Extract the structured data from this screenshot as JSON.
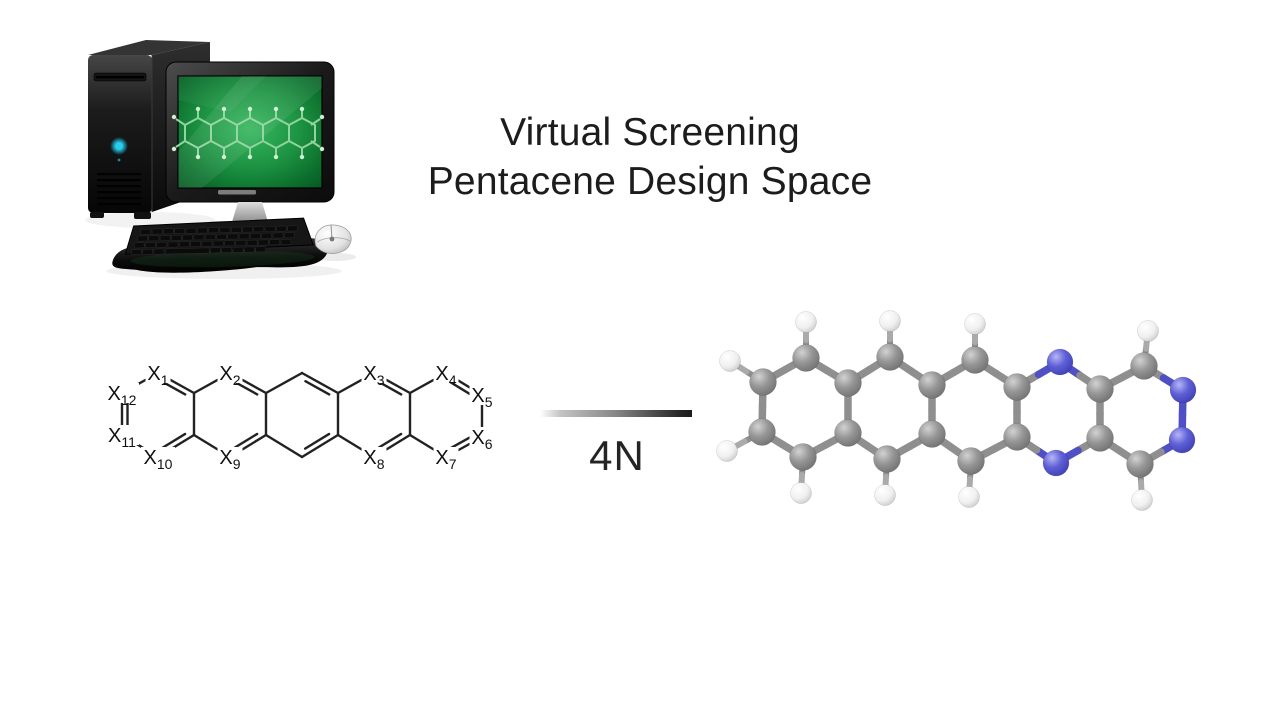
{
  "title": {
    "line1": "Virtual Screening",
    "line2": "Pentacene Design Space"
  },
  "transformation": {
    "label": "4N"
  },
  "structure_2d": {
    "substituents": [
      {
        "base": "X",
        "sub": "1"
      },
      {
        "base": "X",
        "sub": "2"
      },
      {
        "base": "X",
        "sub": "3"
      },
      {
        "base": "X",
        "sub": "4"
      },
      {
        "base": "X",
        "sub": "5"
      },
      {
        "base": "X",
        "sub": "6"
      },
      {
        "base": "X",
        "sub": "7"
      },
      {
        "base": "X",
        "sub": "8"
      },
      {
        "base": "X",
        "sub": "9"
      },
      {
        "base": "X",
        "sub": "10"
      },
      {
        "base": "X",
        "sub": "11"
      },
      {
        "base": "X",
        "sub": "12"
      }
    ]
  },
  "molecule_3d": {
    "element_colors": {
      "C": "#8e8e8e",
      "N": "#5a5ad0",
      "H": "#f4f4f4"
    },
    "atoms": [
      [
        806,
        358,
        "C"
      ],
      [
        890,
        357,
        "C"
      ],
      [
        975,
        360,
        "C"
      ],
      [
        1060,
        362,
        "N"
      ],
      [
        1144,
        366,
        "C"
      ],
      [
        848,
        383,
        "C"
      ],
      [
        932,
        385,
        "C"
      ],
      [
        1017,
        387,
        "C"
      ],
      [
        1100,
        389,
        "C"
      ],
      [
        848,
        433,
        "C"
      ],
      [
        932,
        434,
        "C"
      ],
      [
        1017,
        437,
        "C"
      ],
      [
        1100,
        438,
        "C"
      ],
      [
        803,
        457,
        "C"
      ],
      [
        887,
        459,
        "C"
      ],
      [
        971,
        461,
        "C"
      ],
      [
        1056,
        463,
        "N"
      ],
      [
        1140,
        464,
        "C"
      ],
      [
        763,
        382,
        "C"
      ],
      [
        762,
        432,
        "C"
      ],
      [
        1183,
        390,
        "N"
      ],
      [
        1182,
        440,
        "N"
      ],
      [
        806,
        322,
        "H"
      ],
      [
        890,
        321,
        "H"
      ],
      [
        975,
        324,
        "H"
      ],
      [
        1148,
        331,
        "H"
      ],
      [
        730,
        361,
        "H"
      ],
      [
        727,
        451,
        "H"
      ],
      [
        801,
        493,
        "H"
      ],
      [
        885,
        495,
        "H"
      ],
      [
        969,
        497,
        "H"
      ],
      [
        1142,
        500,
        "H"
      ]
    ],
    "bonds": [
      [
        18,
        0
      ],
      [
        0,
        5
      ],
      [
        5,
        9
      ],
      [
        9,
        13
      ],
      [
        13,
        19
      ],
      [
        19,
        18
      ],
      [
        5,
        1
      ],
      [
        1,
        6
      ],
      [
        6,
        10
      ],
      [
        10,
        14
      ],
      [
        14,
        9
      ],
      [
        6,
        2
      ],
      [
        2,
        7
      ],
      [
        7,
        11
      ],
      [
        11,
        15
      ],
      [
        15,
        10
      ],
      [
        7,
        3
      ],
      [
        3,
        8
      ],
      [
        8,
        12
      ],
      [
        12,
        16
      ],
      [
        16,
        11
      ],
      [
        8,
        4
      ],
      [
        4,
        20
      ],
      [
        20,
        21
      ],
      [
        21,
        17
      ],
      [
        17,
        12
      ],
      [
        0,
        22
      ],
      [
        1,
        23
      ],
      [
        2,
        24
      ],
      [
        4,
        25
      ],
      [
        18,
        26
      ],
      [
        19,
        27
      ],
      [
        13,
        28
      ],
      [
        14,
        29
      ],
      [
        15,
        30
      ],
      [
        17,
        31
      ]
    ]
  },
  "illustration": {
    "screen_molecule": "pentacene-wireframe",
    "screen_color": "#2fae57"
  }
}
